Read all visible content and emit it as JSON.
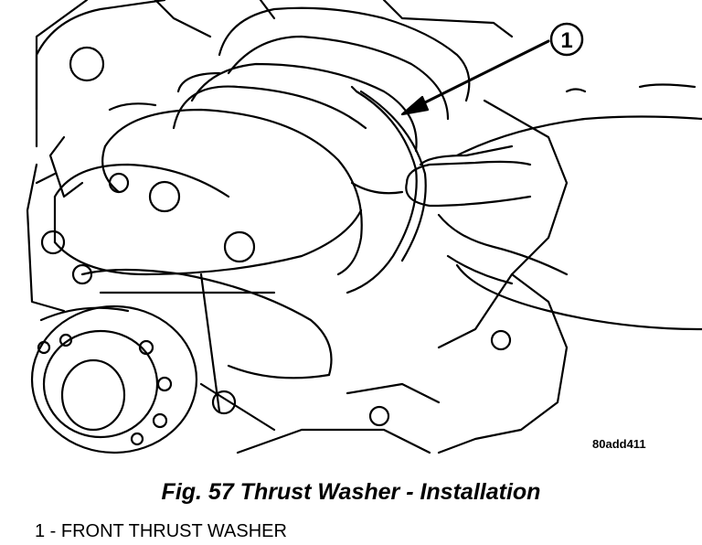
{
  "figure": {
    "callout_number": "1",
    "image_code": "80add411",
    "caption": "Fig. 57 Thrust Washer - Installation",
    "legend": [
      {
        "text": "1 - FRONT THRUST WASHER"
      }
    ]
  }
}
